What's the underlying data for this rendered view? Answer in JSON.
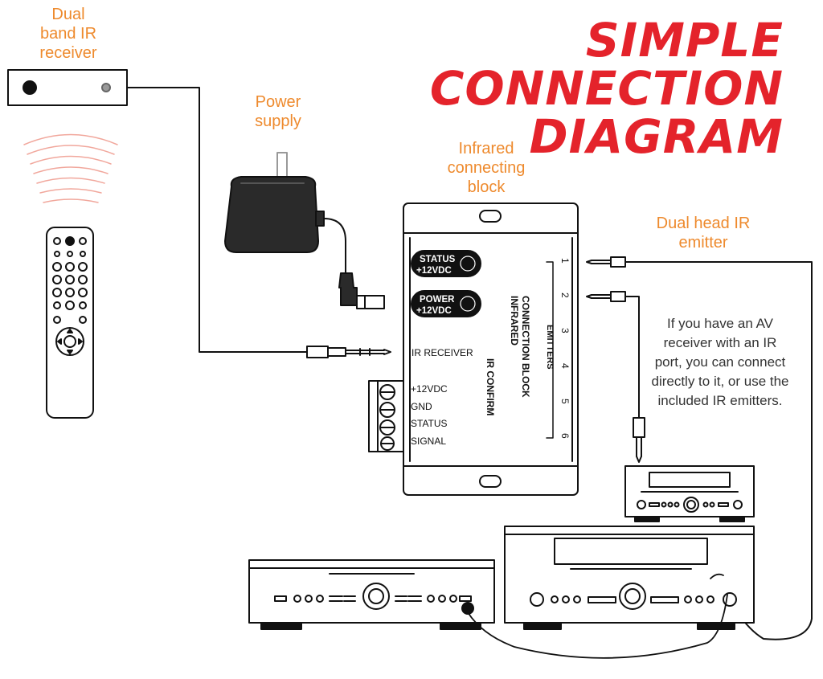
{
  "title": {
    "line1": "SIMPLE CONNECTION",
    "line2": "DIAGRAM"
  },
  "labels": {
    "ir_receiver": [
      "Dual",
      "band IR",
      "receiver"
    ],
    "power_supply": [
      "Power",
      "supply"
    ],
    "connecting_block": [
      "Infrared",
      "connecting",
      "block"
    ],
    "emitter": [
      "Dual head IR",
      "emitter"
    ]
  },
  "note": [
    "If you have an AV",
    "receiver with an IR",
    "port, you can connect",
    "directly to it, or use the",
    "included IR emitters."
  ],
  "block": {
    "status_button": [
      "STATUS",
      "+12VDC"
    ],
    "power_button": [
      "POWER",
      "+12VDC"
    ],
    "ir_receiver_port": "IR RECEIVER",
    "terminals": [
      "+12VDC",
      "GND",
      "STATUS",
      "SIGNAL"
    ],
    "name": [
      "INFRARED",
      "CONNECTION BLOCK"
    ],
    "ir_confirm": "IR  CONFIRM",
    "emitters_label": "EMITTERS",
    "emitter_numbers": [
      "1",
      "2",
      "3",
      "4",
      "5",
      "6"
    ]
  },
  "colors": {
    "title": "#e4232b",
    "labels": "#ee8a2d",
    "lines": "#111111"
  }
}
